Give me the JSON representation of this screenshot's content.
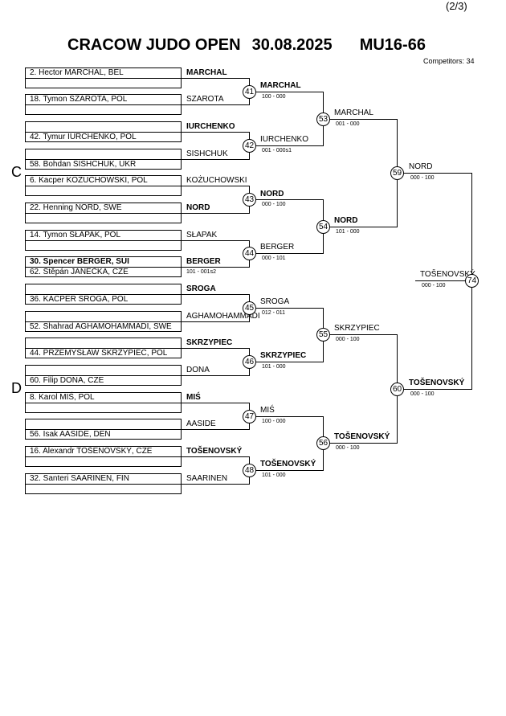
{
  "page_number": "(2/3)",
  "title": {
    "event": "CRACOW JUDO OPEN",
    "date": "30.08.2025",
    "category": "MU16-66"
  },
  "competitors_label": "Competitors: 34",
  "pools": [
    "C",
    "D"
  ],
  "entries": [
    "2. Hector MARCHAL, BEL",
    "18. Tymon SZAROTA, POL",
    "42. Tymur IURCHENKO, POL",
    "58. Bohdan SISHCHUK, UKR",
    "6. Kacper KOŻUCHOWSKI, POL",
    "22. Henning NORD, SWE",
    "14. Tymon SŁAPAK, POL",
    "30. Spencer BERGER, SUI",
    "62. Štěpán JANEČKA, CZE",
    "36. KACPER SROGA, POL",
    "52. Shahrad AGHAMOHAMMADI, SWE",
    "44. PRZEMYSŁAW SKRZYPIEC, POL",
    "60. Filip DONA, CZE",
    "8. Karol MIŚ, POL",
    "56. Isak AASIDE, DEN",
    "16. Alexandr TOŠENOVSKÝ, CZE",
    "32. Santeri SAARINEN, FIN"
  ],
  "round1_names": [
    "MARCHAL",
    "SZAROTA",
    "IURCHENKO",
    "SISHCHUK",
    "KOŻUCHOWSKI",
    "NORD",
    "SŁAPAK",
    "BERGER",
    "SROGA",
    "AGHAMOHAMMADI",
    "SKRZYPIEC",
    "DONA",
    "MIŚ",
    "AASIDE",
    "TOŠENOVSKÝ",
    "SAARINEN"
  ],
  "prelim_score": "101 - 001s2",
  "matches": {
    "m41": {
      "num": "41",
      "winner": "MARCHAL",
      "score": "100 - 000"
    },
    "m42": {
      "num": "42",
      "winner": "IURCHENKO",
      "score": "001 - 000s1"
    },
    "m43": {
      "num": "43",
      "winner": "NORD",
      "score": "000 - 100"
    },
    "m44": {
      "num": "44",
      "winner": "BERGER",
      "score": "000 - 101"
    },
    "m45": {
      "num": "45",
      "winner": "SROGA",
      "score": "012 - 011"
    },
    "m46": {
      "num": "46",
      "winner": "SKRZYPIEC",
      "score": "101 - 000"
    },
    "m47": {
      "num": "47",
      "winner": "MIŚ",
      "score": "100 - 000"
    },
    "m48": {
      "num": "48",
      "winner": "TOŠENOVSKÝ",
      "score": "101 - 000"
    },
    "m53": {
      "num": "53",
      "winner": "MARCHAL",
      "score": "001 - 000"
    },
    "m54": {
      "num": "54",
      "winner": "NORD",
      "score": "101 - 000"
    },
    "m55": {
      "num": "55",
      "winner": "SKRZYPIEC",
      "score": "000 - 100"
    },
    "m56": {
      "num": "56",
      "winner": "TOŠENOVSKÝ",
      "score": "000 - 100"
    },
    "m59": {
      "num": "59",
      "winner": "NORD",
      "score": "000 - 100"
    },
    "m60": {
      "num": "60",
      "winner": "TOŠENOVSKÝ",
      "score": "000 - 100"
    },
    "m74": {
      "num": "74",
      "winner": "TOŠENOVSKÝ",
      "score": "000 - 100"
    }
  }
}
